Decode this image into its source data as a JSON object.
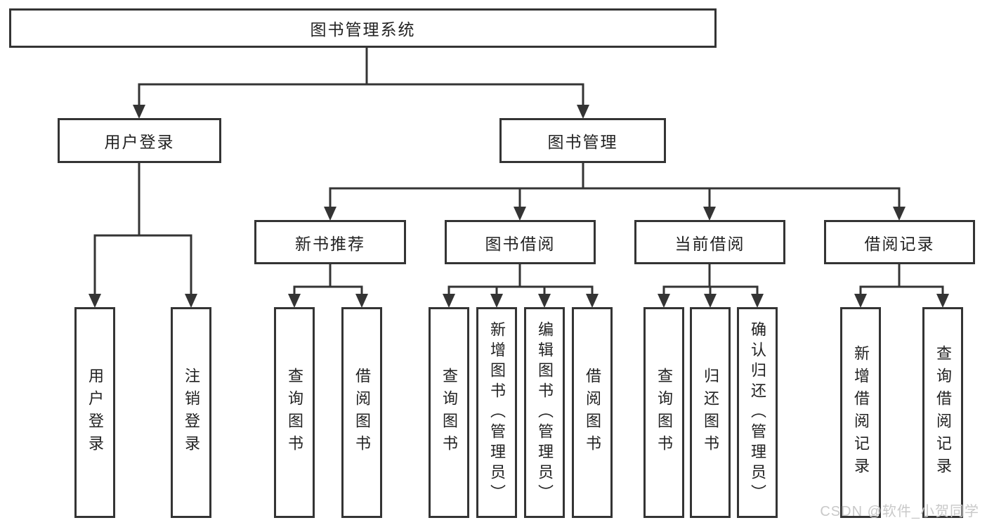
{
  "diagram": {
    "root": {
      "label": "图书管理系统"
    },
    "branches": [
      {
        "label": "用户登录",
        "children": [
          {
            "label": "用户登录"
          },
          {
            "label": "注销登录"
          }
        ]
      },
      {
        "label": "图书管理",
        "children": [
          {
            "label": "新书推荐",
            "children": [
              {
                "label": "查询图书"
              },
              {
                "label": "借阅图书"
              }
            ]
          },
          {
            "label": "图书借阅",
            "children": [
              {
                "label": "查询图书"
              },
              {
                "label": "新增图书（管理员）"
              },
              {
                "label": "编辑图书（管理员）"
              },
              {
                "label": "借阅图书"
              }
            ]
          },
          {
            "label": "当前借阅",
            "children": [
              {
                "label": "查询图书"
              },
              {
                "label": "归还图书"
              },
              {
                "label": "确认归还（管理员）"
              }
            ]
          },
          {
            "label": "借阅记录",
            "children": [
              {
                "label": "新增借阅记录"
              },
              {
                "label": "查询借阅记录"
              }
            ]
          }
        ]
      }
    ]
  },
  "watermark": {
    "text": "CSDN @软件_小贺同学"
  },
  "colors": {
    "line": "#343434",
    "border": "#343434",
    "text": "#222222",
    "watermark_text": "#c9c9c9",
    "background": "#ffffff"
  }
}
